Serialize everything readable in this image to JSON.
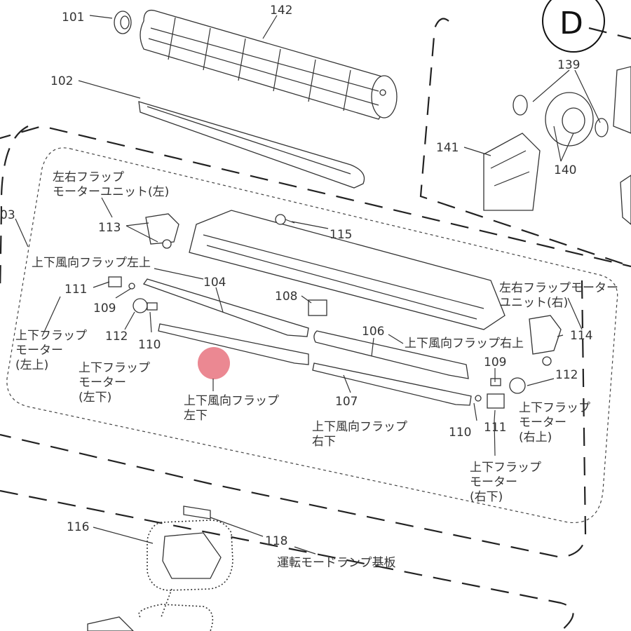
{
  "section_letter": "D",
  "numbers": {
    "n101": "101",
    "n142": "142",
    "n102": "102",
    "n139": "139",
    "n141": "141",
    "n140": "140",
    "n103": "03",
    "n113": "113",
    "n115": "115",
    "n104": "104",
    "n111a": "111",
    "n109a": "109",
    "n110a": "110",
    "n112a": "112",
    "n108": "108",
    "n106": "106",
    "n114": "114",
    "n109b": "109",
    "n112b": "112",
    "n107": "107",
    "n110b": "110",
    "n111b": "111",
    "n116": "116",
    "n118": "118"
  },
  "labels": {
    "lr_flap_motor_left_l1": "左右フラップ",
    "lr_flap_motor_left_l2": "モーターユニット(左)",
    "ud_flap_left_upper": "上下風向フラップ左上",
    "ud_flap_motor_left_upper_l1": "上下フラップ",
    "ud_flap_motor_left_upper_l2": "モーター",
    "ud_flap_motor_left_upper_l3": "(左上)",
    "ud_flap_motor_left_lower_l1": "上下フラップ",
    "ud_flap_motor_left_lower_l2": "モーター",
    "ud_flap_motor_left_lower_l3": "(左下)",
    "ud_flap_left_lower_l1": "上下風向フラップ",
    "ud_flap_left_lower_l2": "左下",
    "ud_flap_right_upper": "上下風向フラップ右上",
    "lr_flap_motor_right_l1": "左右フラップモーター",
    "lr_flap_motor_right_l2": "ユニット(右)",
    "ud_flap_motor_right_upper_l1": "上下フラップ",
    "ud_flap_motor_right_upper_l2": "モーター",
    "ud_flap_motor_right_upper_l3": "(右上)",
    "ud_flap_right_lower_l1": "上下風向フラップ",
    "ud_flap_right_lower_l2": "右下",
    "ud_flap_motor_right_lower_l1": "上下フラップ",
    "ud_flap_motor_right_lower_l2": "モーター",
    "ud_flap_motor_right_lower_l3": "(右下)",
    "mode_lamp_board": "運転モードランプ基板"
  },
  "colors": {
    "highlight_marker": "#e8737f",
    "line": "#333333"
  }
}
